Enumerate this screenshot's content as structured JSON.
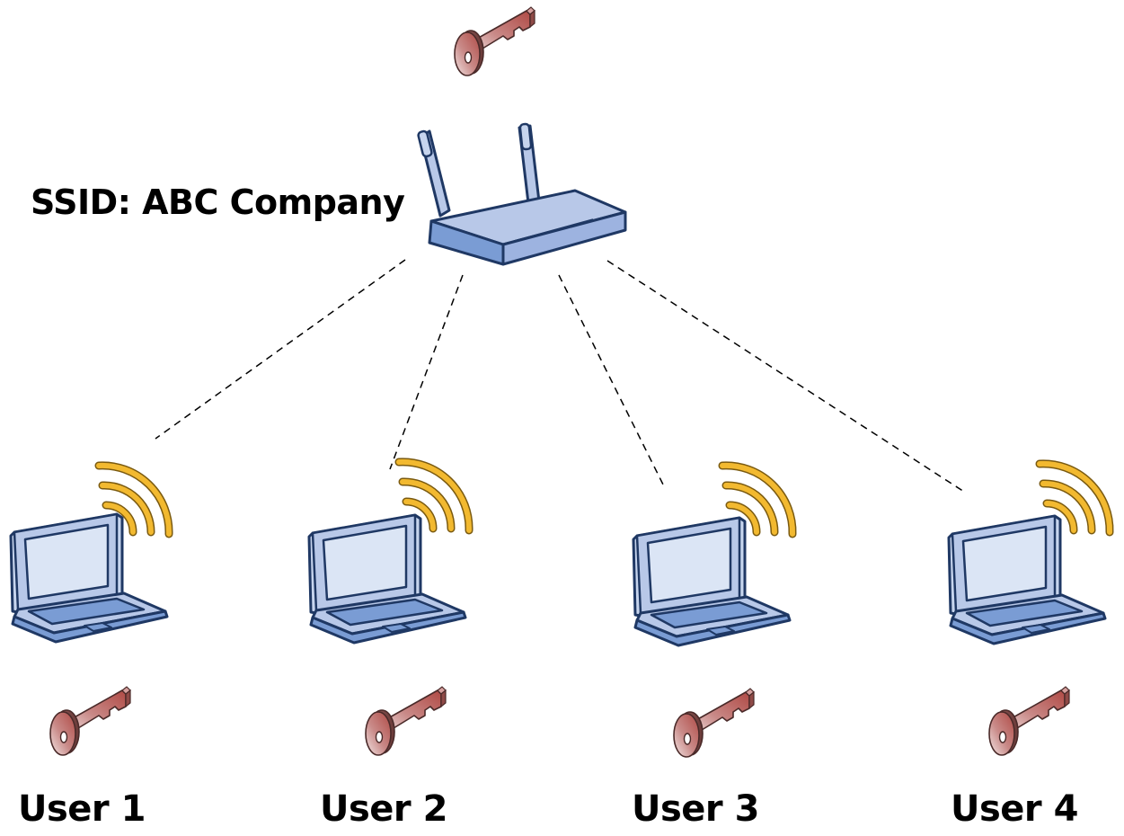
{
  "network": {
    "ssid_label": "SSID: ABC Company"
  },
  "users": [
    {
      "label": "User 1"
    },
    {
      "label": "User 2"
    },
    {
      "label": "User 3"
    },
    {
      "label": "User 4"
    }
  ],
  "colors": {
    "device_fill": "#b8c8e8",
    "device_dark": "#7a9cd4",
    "device_stroke": "#1f3864",
    "screen_fill": "#dbe5f5",
    "signal_arc": "#f2b930",
    "key_body": "#c98a88",
    "connection_line": "#000000"
  },
  "icons": {
    "router": "router-icon",
    "laptop": "laptop-icon",
    "key": "key-icon",
    "signal": "wifi-signal-icon"
  }
}
